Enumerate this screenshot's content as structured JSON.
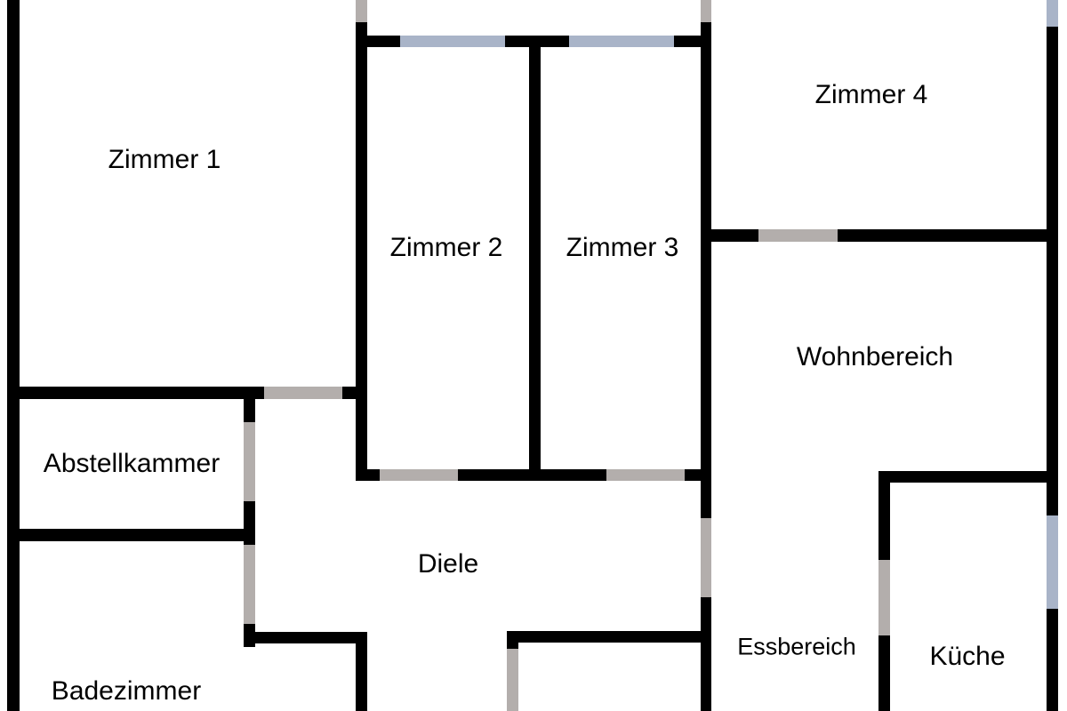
{
  "colors": {
    "wall": "#000000",
    "door": "#b3aeac",
    "window": "#a9b4c8",
    "background": "#ffffff"
  },
  "rooms": {
    "zimmer1": "Zimmer 1",
    "zimmer2": "Zimmer 2",
    "zimmer3": "Zimmer 3",
    "zimmer4": "Zimmer 4",
    "wohnbereich": "Wohnbereich",
    "abstellkammer": "Abstellkammer",
    "diele": "Diele",
    "essbereich": "Essbereich",
    "kueche": "Küche",
    "badezimmer": "Badezimmer"
  }
}
